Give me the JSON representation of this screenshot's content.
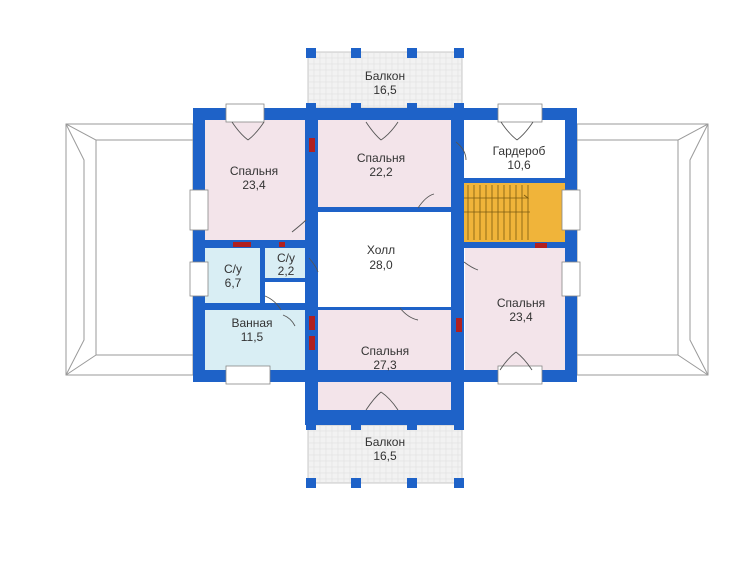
{
  "colors": {
    "wall": "#1e62c8",
    "wall_edge": "#134a9e",
    "bedroom": "#f3e4ea",
    "wet_room": "#d9eef4",
    "hall": "#ffffff",
    "balcony": "#f2f2f2",
    "stairs": "#f0b43a",
    "roof_line": "#9a9a9a",
    "door_line": "#555555",
    "chimney": "#b02020"
  },
  "rooms": [
    {
      "id": "bedroom-nw",
      "name": "Спальня",
      "area": "23,4"
    },
    {
      "id": "bedroom-n",
      "name": "Спальня",
      "area": "22,2"
    },
    {
      "id": "wardrobe",
      "name": "Гардероб",
      "area": "10,6"
    },
    {
      "id": "hall",
      "name": "Холл",
      "area": "28,0"
    },
    {
      "id": "wc-1",
      "name": "С/у",
      "area": "6,7"
    },
    {
      "id": "wc-2",
      "name": "С/у",
      "area": "2,2"
    },
    {
      "id": "bathroom",
      "name": "Ванная",
      "area": "11,5"
    },
    {
      "id": "bedroom-e",
      "name": "Спальня",
      "area": "23,4"
    },
    {
      "id": "bedroom-s",
      "name": "Спальня",
      "area": "27,3"
    },
    {
      "id": "balcony-n",
      "name": "Балкон",
      "area": "16,5"
    },
    {
      "id": "balcony-s",
      "name": "Балкон",
      "area": "16,5"
    }
  ]
}
